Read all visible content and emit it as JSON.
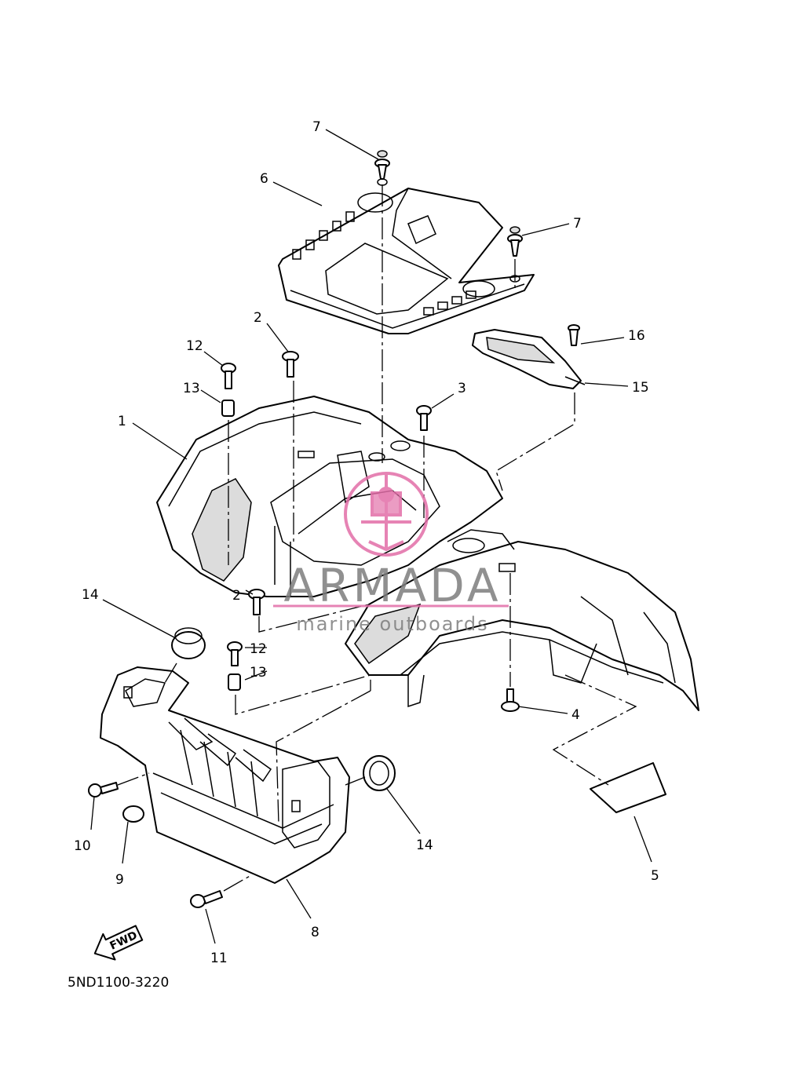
{
  "diagram_code": "5ND1100-3220",
  "fwd_label": "FWD",
  "watermark": {
    "name": "ARMADA",
    "tagline": "marine outboards",
    "color": "#e26ea8"
  },
  "callouts": {
    "c1": "1",
    "c2a": "2",
    "c2b": "2",
    "c3": "3",
    "c4": "4",
    "c5": "5",
    "c6": "6",
    "c7a": "7",
    "c7b": "7",
    "c8": "8",
    "c9": "9",
    "c10": "10",
    "c11": "11",
    "c12a": "12",
    "c12b": "12",
    "c13a": "13",
    "c13b": "13",
    "c14a": "14",
    "c14b": "14",
    "c15": "15",
    "c16": "16"
  }
}
